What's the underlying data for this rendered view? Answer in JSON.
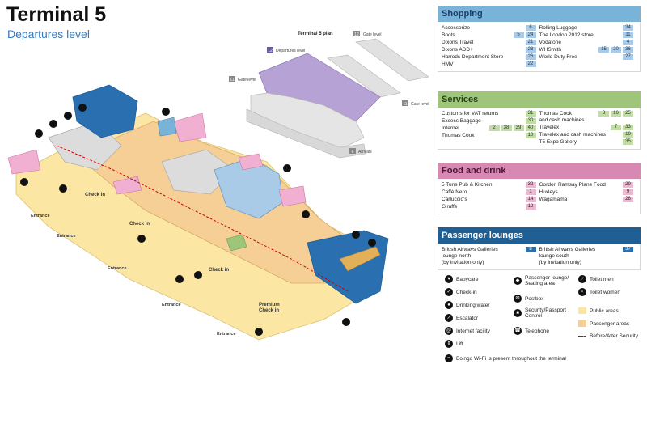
{
  "header": {
    "title": "Terminal 5",
    "subtitle": "Departures level"
  },
  "colors": {
    "shopping": "#7ab3d8",
    "services": "#9ec57a",
    "food": "#d789b4",
    "lounges": "#1f5f94",
    "public": "#fbe7a3",
    "passenger": "#f6cf97",
    "security_line": "#cc0000",
    "shop_badge": "#aacbe8",
    "service_badge": "#c2dca6",
    "food_badge": "#e9b9d2",
    "lounge_badge": "#2a6fb0"
  },
  "map": {
    "plan_title": "Terminal 5 plan",
    "plan_labels": [
      {
        "num": "12",
        "text": "Gate level"
      },
      {
        "num": "12",
        "text": "Departures level"
      },
      {
        "num": "11",
        "text": "Gate level"
      },
      {
        "num": "11",
        "text": "Gate level"
      },
      {
        "num": "6",
        "text": "Arrivals"
      }
    ],
    "check_in_label": "Check in",
    "premium_check_in": "Premium\nCheck in",
    "entrance_label": "Entrance"
  },
  "shopping": {
    "title": "Shopping",
    "left": [
      {
        "name": "Accessorize",
        "nums": [
          "6"
        ]
      },
      {
        "name": "Boots",
        "nums": [
          "5",
          "24"
        ]
      },
      {
        "name": "Dixons Travel",
        "nums": [
          "21"
        ]
      },
      {
        "name": "Dixons ADD+",
        "nums": [
          "23"
        ]
      },
      {
        "name": "Harrods Department Store",
        "nums": [
          "26"
        ]
      },
      {
        "name": "HMV",
        "nums": [
          "22"
        ]
      }
    ],
    "right": [
      {
        "name": "Rolling Luggage",
        "nums": [
          "34"
        ]
      },
      {
        "name": "The London 2012 store",
        "nums": [
          "11"
        ]
      },
      {
        "name": "Vodafone",
        "nums": [
          "4"
        ]
      },
      {
        "name": "WHSmith",
        "nums": [
          "15",
          "20",
          "36"
        ]
      },
      {
        "name": "World Duty Free",
        "nums": [
          "27"
        ]
      }
    ]
  },
  "services": {
    "title": "Services",
    "left": [
      {
        "name": "Customs for VAT returns",
        "nums": [
          "31"
        ]
      },
      {
        "name": "Excess Baggage",
        "nums": [
          "30"
        ]
      },
      {
        "name": "Internet",
        "nums": [
          "2",
          "38",
          "39",
          "40"
        ]
      },
      {
        "name": "Thomas Cook",
        "nums": [
          "10"
        ]
      }
    ],
    "right": [
      {
        "name": "Thomas Cook\nand cash machines",
        "nums": [
          "3",
          "16",
          "25"
        ]
      },
      {
        "name": "Travelex",
        "nums": [
          "7",
          "33"
        ]
      },
      {
        "name": "Travelex and cash machines",
        "nums": [
          "19"
        ]
      },
      {
        "name": "T5 Expo Gallery",
        "nums": [
          "35"
        ]
      }
    ]
  },
  "food": {
    "title": "Food and drink",
    "left": [
      {
        "name": "5 Tuns Pub & Kitchen",
        "nums": [
          "32"
        ]
      },
      {
        "name": "Caffè Nero",
        "nums": [
          "1"
        ]
      },
      {
        "name": "Carluccio's",
        "nums": [
          "14"
        ]
      },
      {
        "name": "Giraffe",
        "nums": [
          "12"
        ]
      }
    ],
    "right": [
      {
        "name": "Gordon Ramsay Plane Food",
        "nums": [
          "29"
        ]
      },
      {
        "name": "Huxleys",
        "nums": [
          "9"
        ]
      },
      {
        "name": "Wagamama",
        "nums": [
          "28"
        ]
      }
    ]
  },
  "lounges": {
    "title": "Passenger lounges",
    "left": [
      {
        "name": "British Airways Galleries\nlounge north\n(by invitation only)",
        "nums": [
          "8"
        ]
      }
    ],
    "right": [
      {
        "name": "British Airways Galleries\nlounge south\n(by invitation only)",
        "nums": [
          "37"
        ]
      }
    ]
  },
  "legend": {
    "babycare": "Babycare",
    "check_in": "Check-in",
    "drinking_water": "Drinking water",
    "escalator": "Escalator",
    "internet": "Internet facility",
    "lift": "Lift",
    "lounge_seating": "Passenger lounge/\nSeating area",
    "postbox": "Postbox",
    "security": "Security/Passport\nControl",
    "telephone": "Telephone",
    "toilet_men": "Toilet men",
    "toilet_women": "Toilet women",
    "public_areas": "Public areas",
    "passenger_areas": "Passenger areas",
    "before_after": "Before/After Security",
    "wifi": "Boingo Wi-Fi is present throughout the terminal"
  }
}
